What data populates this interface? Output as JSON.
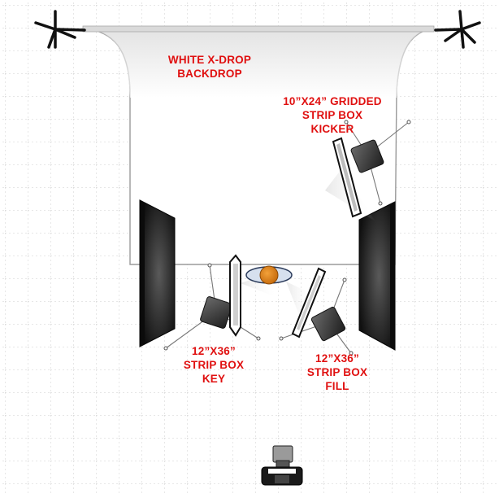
{
  "labels": {
    "backdrop": [
      "WHITE X-DROP",
      "BACKDROP"
    ],
    "kicker": [
      "10”X24” GRIDDED",
      "STRIP BOX",
      "KICKER"
    ],
    "key": [
      "12”X36”",
      "STRIP BOX",
      "KEY"
    ],
    "fill": [
      "12”X36”",
      "STRIP BOX",
      "FILL"
    ]
  },
  "icons": {
    "stands": "light-stand-icon",
    "flag": "v-flat-icon",
    "subject": "subject-icon",
    "camera": "camera-icon"
  },
  "colors": {
    "label": "#e01010",
    "grid": "#cfcfcf",
    "backdrop_outline": "#9a9a9a",
    "flat_dark": "#111111",
    "light_head": "#3a3a3a",
    "subject_hair": "#e08a1e",
    "subject_shoulders": "#b8c8e0"
  }
}
